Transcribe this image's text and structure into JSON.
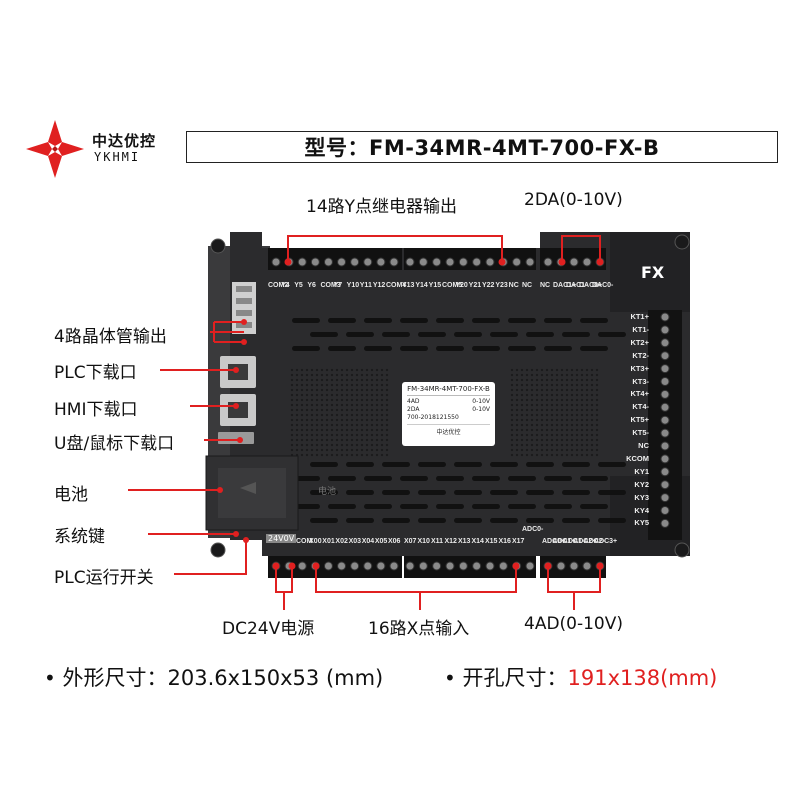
{
  "header": {
    "brand_cn": "中达优控",
    "brand_en": "YKHMI",
    "model_label": "型号：FM-34MR-4MT-700-FX-B"
  },
  "callouts": {
    "y_outputs": "14路Y点继电器输出",
    "da": "2DA(0-10V)",
    "transistor": "4路晶体管输出",
    "plc_port": "PLC下载口",
    "hmi_port": "HMI下载口",
    "usb_port": "U盘/鼠标下载口",
    "battery": "电池",
    "system_key": "系统键",
    "run_switch": "PLC运行开关",
    "dc24v": "DC24V电源",
    "x_inputs": "16路X点输入",
    "ad": "4AD(0-10V)"
  },
  "device": {
    "fx_label": "FX",
    "top_terminals_a": [
      "COM2",
      "Y4",
      "Y5",
      "Y6",
      "COM3",
      "Y7",
      "Y10",
      "Y11",
      "Y12",
      "COM4"
    ],
    "top_terminals_b": [
      "Y13",
      "Y14",
      "Y15",
      "COM5",
      "Y20",
      "Y21",
      "Y22",
      "Y23",
      "NC",
      "NC"
    ],
    "top_terminals_c": [
      "NC",
      "DAC1+",
      "DAC1-",
      "DAC0+",
      "DAC0-"
    ],
    "bottom_terminals_a": [
      "24V0V",
      "COM",
      "X00",
      "X01",
      "X02",
      "X03",
      "X04",
      "X05",
      "X06"
    ],
    "bottom_terminals_b": [
      "X07",
      "X10",
      "X11",
      "X12",
      "X13",
      "X14",
      "X15",
      "X16",
      "X17"
    ],
    "bottom_terminals_c": [
      "ADC0+",
      "ADC1+",
      "ADC1-",
      "ADC2+",
      "ADC2-",
      "ADC3+"
    ],
    "bottom_terminal_extra": "ADC0-",
    "right_terminals": [
      "KT1+",
      "KT1-",
      "KT2+",
      "KT2-",
      "KT3+",
      "KT3-",
      "KT4+",
      "KT4-",
      "KT5+",
      "KT5-",
      "NC",
      "KCOM",
      "KY1",
      "KY2",
      "KY3",
      "KY4",
      "KY5"
    ],
    "sticker": {
      "title": "FM-34MR-4MT-700-FX-B",
      "row1_left": "4AD",
      "row1_right": "0-10V",
      "row2_left": "2DA",
      "row2_right": "0-10V",
      "serial": "700-2018121550",
      "brand": "中达优控"
    },
    "battery_text": "电池"
  },
  "specs": {
    "bullet": "•",
    "size_label": "外形尺寸：203.6x150x53 (mm)",
    "cutout_label": "开孔尺寸：",
    "cutout_value": "191x138(mm)"
  },
  "colors": {
    "accent_red": "#e02020",
    "device_body": "#2b2b2d",
    "device_edge": "#1a1a1b",
    "terminal_block": "#111111"
  }
}
